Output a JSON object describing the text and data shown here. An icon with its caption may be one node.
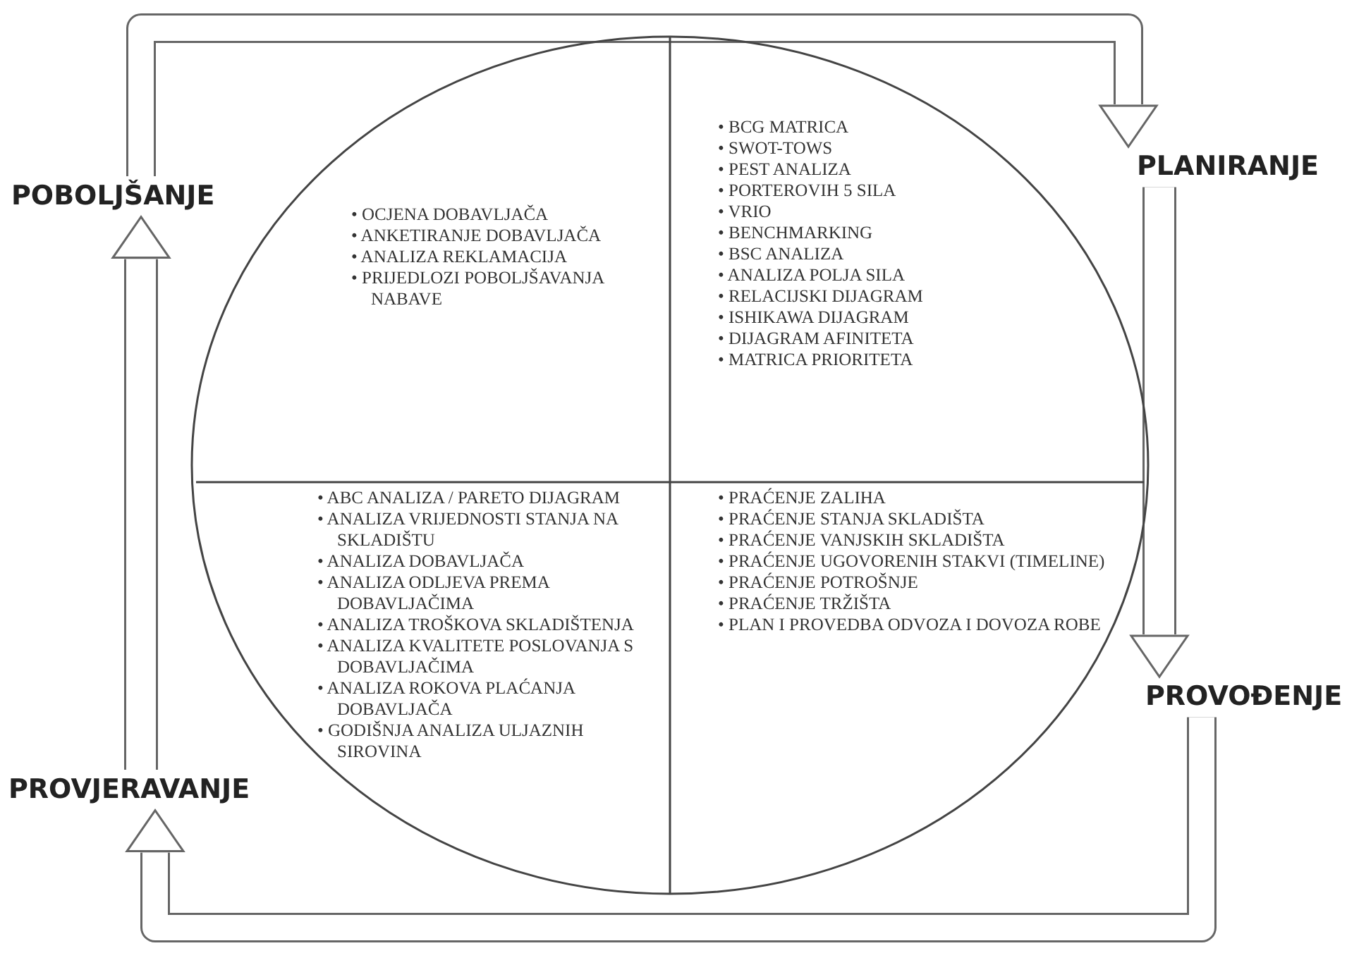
{
  "diagram": {
    "nodes": [
      {
        "text": [
          "POBOLJŠANJE"
        ]
      },
      {
        "text": [
          "PLANIRANJE"
        ]
      },
      {
        "text": [],
        "shape": "ellipse"
      },
      {
        "text": [
          "• OCJENA DOBAVLJAČA",
          "• ANKETIRANJE DOBAVLJAČA",
          "• ANALIZA REKLAMACIJA",
          "• PRIJEDLOZI POBOLJŠAVANJA NABAVE"
        ],
        "in": 2
      },
      {
        "text": [
          "• BCG MATRICA",
          "• SWOT-TOWS",
          "• PEST ANALIZA",
          "• PORTEROVIH 5 SILA",
          "• VRIO",
          "• BENCHMARKING",
          "• BSC ANALIZA",
          "• ANALIZA POLJA SILA",
          "• RELACIJSKI DIJAGRAM",
          "• ISHIKAWA DIJAGRAM",
          "• DIJAGRAM AFINITETA",
          "• MATRICA PRIORITETA"
        ],
        "in": 2
      },
      {
        "text": [
          "• ABC ANALIZA / PARETO DIJAGRAM",
          "• ANALIZA VRIJEDNOSTI STANJA NA SKLADIŠTU",
          "• ANALIZA DOBAVLJAČA",
          "• ANALIZA ODLJEVA PREMA DOBAVLJAČIMA",
          "• ANALIZA TROŠKOVA SKLADIŠTENJA",
          "• ANALIZA KVALITETE POSLOVANJA S DOBAVLJAČIMA",
          "• ANALIZA ROKOVA PLAĆANJA DOBAVLJAČA",
          "• GODIŠNJA ANALIZA ULJAZNIH SIROVINA"
        ],
        "in": 2
      },
      {
        "text": [
          "• PRAĆENJE ZALIHA",
          "• PRAĆENJE STANJA SKLADIŠTA",
          "• PRAĆENJE VANJSKIH SKLADIŠTA",
          "• PRAĆENJE UGOVORENIH STAKVI (TIMELINE)",
          "• PRAĆENJE POTROŠNJE",
          "• PRAĆENJE TRŽIŠTA",
          "• PLAN I PROVEDBA ODVOZA I DOVOZA ROBE"
        ],
        "in": 2
      },
      {
        "text": [
          "PROVOĐENJE"
        ]
      },
      {
        "text": [
          "PROVJERAVANJE"
        ]
      }
    ],
    "edges": [
      {
        "from": 0,
        "to": 1,
        "arrow": "to"
      },
      {
        "from": 1,
        "to": 7,
        "arrow": "to"
      },
      {
        "from": 7,
        "to": 8,
        "arrow": "to"
      },
      {
        "from": 8,
        "to": 0,
        "arrow": "to"
      }
    ]
  }
}
